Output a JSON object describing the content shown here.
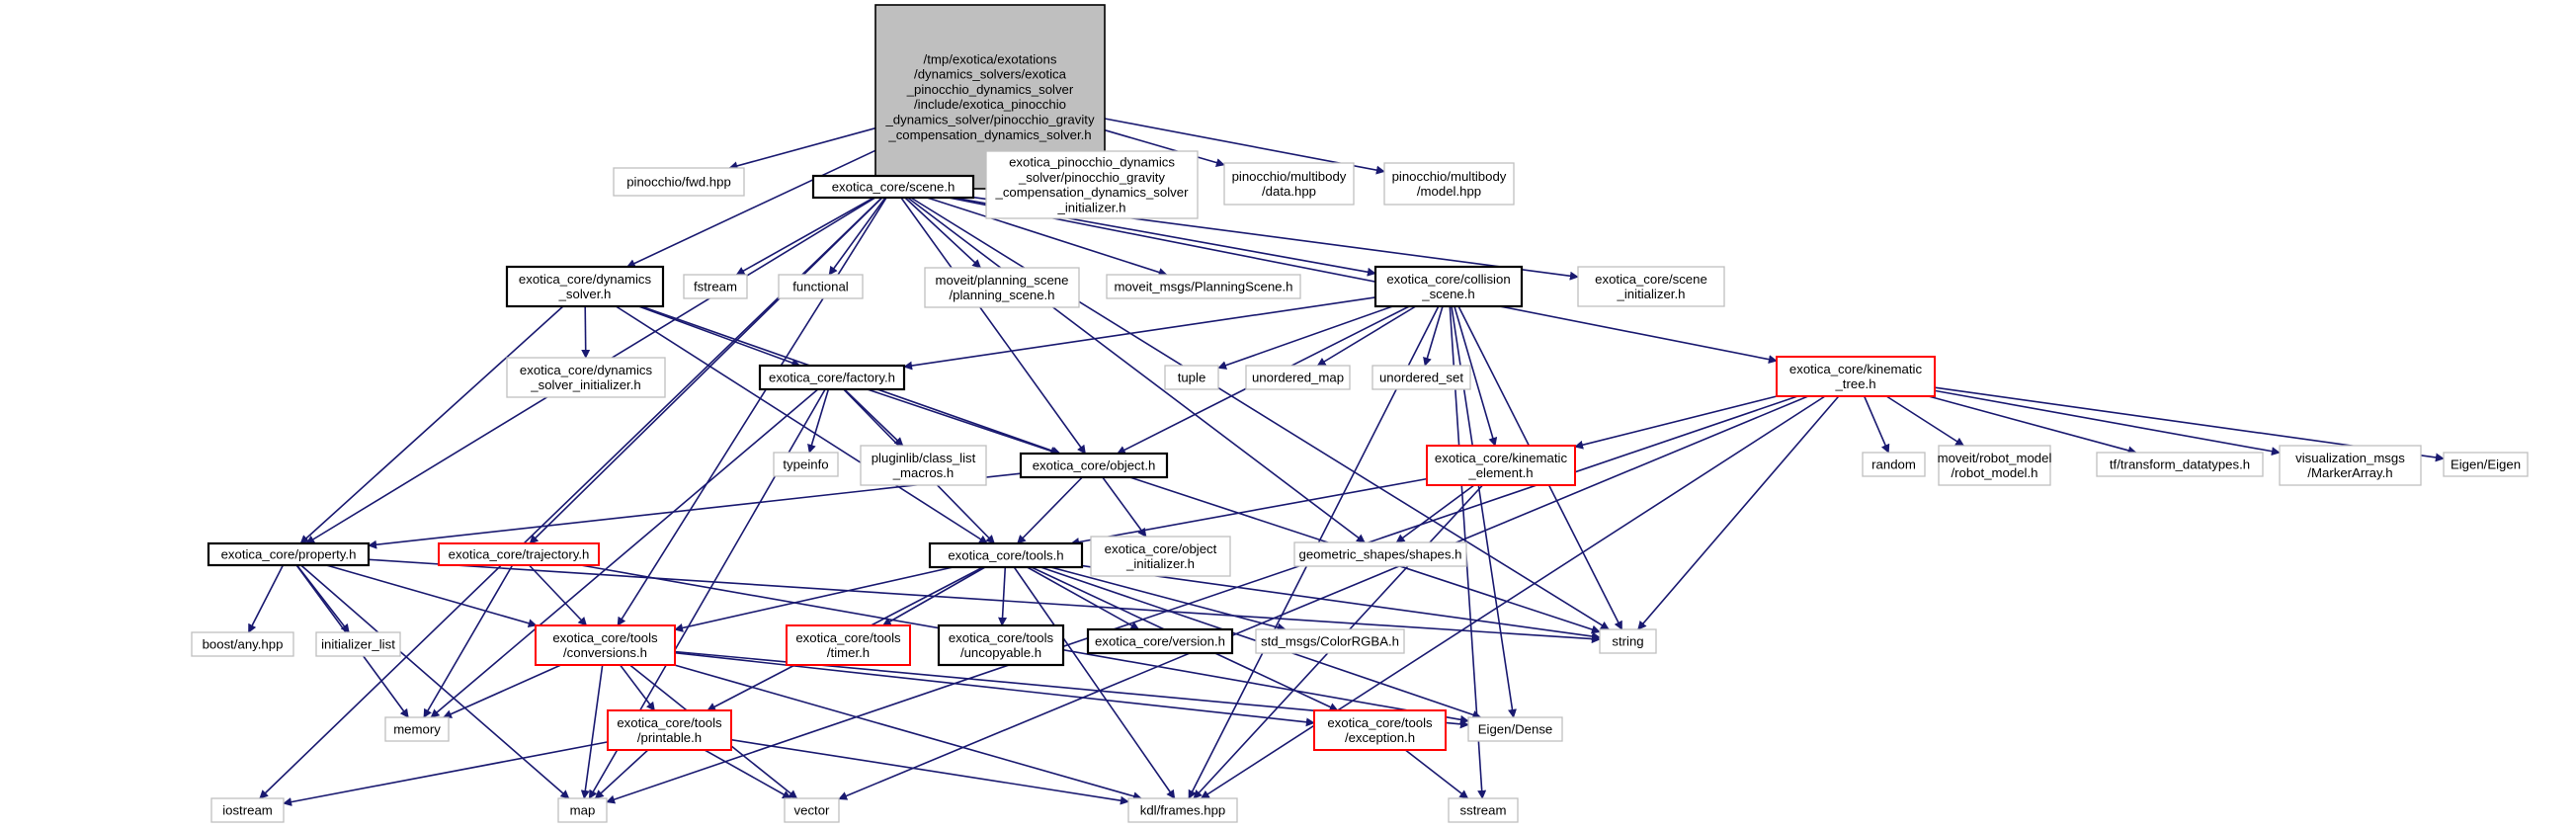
{
  "graph": {
    "kind": "include-dependency-graph",
    "colors": {
      "edge": "#191970",
      "root_fill": "#bfbfbf",
      "documented_border": "#000000",
      "incomplete_border": "#ff0000",
      "external_border": "#bfbfbf"
    },
    "nodes": [
      {
        "id": "root",
        "style": "root",
        "lines": [
          "/tmp/exotica/exotations",
          "/dynamics_solvers/exotica",
          "_pinocchio_dynamics_solver",
          "/include/exotica_pinocchio",
          "_dynamics_solver/pinocchio_gravity",
          "_compensation_dynamics_solver.h"
        ]
      },
      {
        "id": "pin_fwd",
        "style": "ext",
        "lines": [
          "pinocchio/fwd.hpp"
        ]
      },
      {
        "id": "scene",
        "style": "doc",
        "lines": [
          "exotica_core/scene.h"
        ]
      },
      {
        "id": "pin_init",
        "style": "ext",
        "lines": [
          "exotica_pinocchio_dynamics",
          "_solver/pinocchio_gravity",
          "_compensation_dynamics_solver",
          "_initializer.h"
        ]
      },
      {
        "id": "pin_data",
        "style": "ext",
        "lines": [
          "pinocchio/multibody",
          "/data.hpp"
        ]
      },
      {
        "id": "pin_model",
        "style": "ext",
        "lines": [
          "pinocchio/multibody",
          "/model.hpp"
        ]
      },
      {
        "id": "dyn_solver",
        "style": "doc",
        "lines": [
          "exotica_core/dynamics",
          "_solver.h"
        ]
      },
      {
        "id": "fstream",
        "style": "ext",
        "lines": [
          "fstream"
        ]
      },
      {
        "id": "functional",
        "style": "ext",
        "lines": [
          "functional"
        ]
      },
      {
        "id": "planning_scene",
        "style": "ext",
        "lines": [
          "moveit/planning_scene",
          "/planning_scene.h"
        ]
      },
      {
        "id": "ps_msg",
        "style": "ext",
        "lines": [
          "moveit_msgs/PlanningScene.h"
        ]
      },
      {
        "id": "collision",
        "style": "doc",
        "lines": [
          "exotica_core/collision",
          "_scene.h"
        ]
      },
      {
        "id": "scene_init",
        "style": "ext",
        "lines": [
          "exotica_core/scene",
          "_initializer.h"
        ]
      },
      {
        "id": "kin_tree",
        "style": "red",
        "lines": [
          "exotica_core/kinematic",
          "_tree.h"
        ]
      },
      {
        "id": "dyn_init",
        "style": "ext",
        "lines": [
          "exotica_core/dynamics",
          "_solver_initializer.h"
        ]
      },
      {
        "id": "factory",
        "style": "doc",
        "lines": [
          "exotica_core/factory.h"
        ]
      },
      {
        "id": "tuple",
        "style": "ext",
        "lines": [
          "tuple"
        ]
      },
      {
        "id": "unordered_map",
        "style": "ext",
        "lines": [
          "unordered_map"
        ]
      },
      {
        "id": "unordered_set",
        "style": "ext",
        "lines": [
          "unordered_set"
        ]
      },
      {
        "id": "random",
        "style": "ext",
        "lines": [
          "random"
        ]
      },
      {
        "id": "robot_model",
        "style": "ext",
        "lines": [
          "moveit/robot_model",
          "/robot_model.h"
        ]
      },
      {
        "id": "tf_types",
        "style": "ext",
        "lines": [
          "tf/transform_datatypes.h"
        ]
      },
      {
        "id": "vis_msgs",
        "style": "ext",
        "lines": [
          "visualization_msgs",
          "/MarkerArray.h"
        ]
      },
      {
        "id": "eigen",
        "style": "ext",
        "lines": [
          "Eigen/Eigen"
        ]
      },
      {
        "id": "typeinfo",
        "style": "ext",
        "lines": [
          "typeinfo"
        ]
      },
      {
        "id": "pluginlib",
        "style": "ext",
        "lines": [
          "pluginlib/class_list",
          "_macros.h"
        ]
      },
      {
        "id": "object",
        "style": "doc",
        "lines": [
          "exotica_core/object.h"
        ]
      },
      {
        "id": "kin_elem",
        "style": "red",
        "lines": [
          "exotica_core/kinematic",
          "_element.h"
        ]
      },
      {
        "id": "property",
        "style": "doc",
        "lines": [
          "exotica_core/property.h"
        ]
      },
      {
        "id": "trajectory",
        "style": "red",
        "lines": [
          "exotica_core/trajectory.h"
        ]
      },
      {
        "id": "tools",
        "style": "doc",
        "lines": [
          "exotica_core/tools.h"
        ]
      },
      {
        "id": "obj_init",
        "style": "ext",
        "lines": [
          "exotica_core/object",
          "_initializer.h"
        ]
      },
      {
        "id": "shapes",
        "style": "ext",
        "lines": [
          "geometric_shapes/shapes.h"
        ]
      },
      {
        "id": "boost_any",
        "style": "ext",
        "lines": [
          "boost/any.hpp"
        ]
      },
      {
        "id": "init_list",
        "style": "ext",
        "lines": [
          "initializer_list"
        ]
      },
      {
        "id": "conversions",
        "style": "red",
        "lines": [
          "exotica_core/tools",
          "/conversions.h"
        ]
      },
      {
        "id": "timer",
        "style": "red",
        "lines": [
          "exotica_core/tools",
          "/timer.h"
        ]
      },
      {
        "id": "uncopyable",
        "style": "doc",
        "lines": [
          "exotica_core/tools",
          "/uncopyable.h"
        ]
      },
      {
        "id": "version",
        "style": "doc",
        "lines": [
          "exotica_core/version.h"
        ]
      },
      {
        "id": "color_rgba",
        "style": "ext",
        "lines": [
          "std_msgs/ColorRGBA.h"
        ]
      },
      {
        "id": "string",
        "style": "ext",
        "lines": [
          "string"
        ]
      },
      {
        "id": "memory",
        "style": "ext",
        "lines": [
          "memory"
        ]
      },
      {
        "id": "printable",
        "style": "red",
        "lines": [
          "exotica_core/tools",
          "/printable.h"
        ]
      },
      {
        "id": "exception",
        "style": "red",
        "lines": [
          "exotica_core/tools",
          "/exception.h"
        ]
      },
      {
        "id": "eigen_dense",
        "style": "ext",
        "lines": [
          "Eigen/Dense"
        ]
      },
      {
        "id": "iostream",
        "style": "ext",
        "lines": [
          "iostream"
        ]
      },
      {
        "id": "map",
        "style": "ext",
        "lines": [
          "map"
        ]
      },
      {
        "id": "vector",
        "style": "ext",
        "lines": [
          "vector"
        ]
      },
      {
        "id": "kdl_frames",
        "style": "ext",
        "lines": [
          "kdl/frames.hpp"
        ]
      },
      {
        "id": "sstream",
        "style": "ext",
        "lines": [
          "sstream"
        ]
      }
    ],
    "edges": [
      [
        "root",
        "pin_fwd"
      ],
      [
        "root",
        "scene"
      ],
      [
        "root",
        "pin_init"
      ],
      [
        "root",
        "pin_data"
      ],
      [
        "root",
        "pin_model"
      ],
      [
        "root",
        "dyn_solver"
      ],
      [
        "scene",
        "fstream"
      ],
      [
        "scene",
        "functional"
      ],
      [
        "scene",
        "planning_scene"
      ],
      [
        "scene",
        "ps_msg"
      ],
      [
        "scene",
        "collision"
      ],
      [
        "scene",
        "scene_init"
      ],
      [
        "scene",
        "kin_tree"
      ],
      [
        "scene",
        "property"
      ],
      [
        "scene",
        "trajectory"
      ],
      [
        "scene",
        "conversions"
      ],
      [
        "scene",
        "object"
      ],
      [
        "scene",
        "shapes"
      ],
      [
        "scene",
        "string"
      ],
      [
        "scene",
        "iostream"
      ],
      [
        "dyn_solver",
        "dyn_init"
      ],
      [
        "dyn_solver",
        "factory"
      ],
      [
        "dyn_solver",
        "object"
      ],
      [
        "dyn_solver",
        "property"
      ],
      [
        "dyn_solver",
        "tools"
      ],
      [
        "collision",
        "factory"
      ],
      [
        "collision",
        "object"
      ],
      [
        "collision",
        "tuple"
      ],
      [
        "collision",
        "unordered_map"
      ],
      [
        "collision",
        "unordered_set"
      ],
      [
        "collision",
        "kin_elem"
      ],
      [
        "collision",
        "string"
      ],
      [
        "collision",
        "eigen_dense"
      ],
      [
        "collision",
        "kdl_frames"
      ],
      [
        "collision",
        "sstream"
      ],
      [
        "kin_tree",
        "kin_elem"
      ],
      [
        "kin_tree",
        "random"
      ],
      [
        "kin_tree",
        "robot_model"
      ],
      [
        "kin_tree",
        "tf_types"
      ],
      [
        "kin_tree",
        "vis_msgs"
      ],
      [
        "kin_tree",
        "eigen"
      ],
      [
        "kin_tree",
        "string"
      ],
      [
        "kin_tree",
        "map"
      ],
      [
        "kin_tree",
        "vector"
      ],
      [
        "kin_tree",
        "kdl_frames"
      ],
      [
        "factory",
        "typeinfo"
      ],
      [
        "factory",
        "pluginlib"
      ],
      [
        "factory",
        "object"
      ],
      [
        "factory",
        "tools"
      ],
      [
        "factory",
        "memory"
      ],
      [
        "factory",
        "map"
      ],
      [
        "object",
        "property"
      ],
      [
        "object",
        "tools"
      ],
      [
        "object",
        "obj_init"
      ],
      [
        "object",
        "string"
      ],
      [
        "kin_elem",
        "tools"
      ],
      [
        "kin_elem",
        "shapes"
      ],
      [
        "kin_elem",
        "kdl_frames"
      ],
      [
        "property",
        "boost_any"
      ],
      [
        "property",
        "init_list"
      ],
      [
        "property",
        "memory"
      ],
      [
        "property",
        "conversions"
      ],
      [
        "property",
        "string"
      ],
      [
        "property",
        "map"
      ],
      [
        "trajectory",
        "conversions"
      ],
      [
        "trajectory",
        "memory"
      ],
      [
        "trajectory",
        "eigen_dense"
      ],
      [
        "tools",
        "conversions"
      ],
      [
        "tools",
        "timer"
      ],
      [
        "tools",
        "uncopyable"
      ],
      [
        "tools",
        "version"
      ],
      [
        "tools",
        "color_rgba"
      ],
      [
        "tools",
        "string"
      ],
      [
        "tools",
        "printable"
      ],
      [
        "tools",
        "exception"
      ],
      [
        "tools",
        "eigen_dense"
      ],
      [
        "tools",
        "kdl_frames"
      ],
      [
        "conversions",
        "memory"
      ],
      [
        "conversions",
        "map"
      ],
      [
        "conversions",
        "printable"
      ],
      [
        "conversions",
        "vector"
      ],
      [
        "conversions",
        "kdl_frames"
      ],
      [
        "conversions",
        "exception"
      ],
      [
        "conversions",
        "eigen_dense"
      ],
      [
        "printable",
        "iostream"
      ],
      [
        "printable",
        "map"
      ],
      [
        "printable",
        "vector"
      ],
      [
        "printable",
        "kdl_frames"
      ],
      [
        "exception",
        "sstream"
      ]
    ]
  }
}
